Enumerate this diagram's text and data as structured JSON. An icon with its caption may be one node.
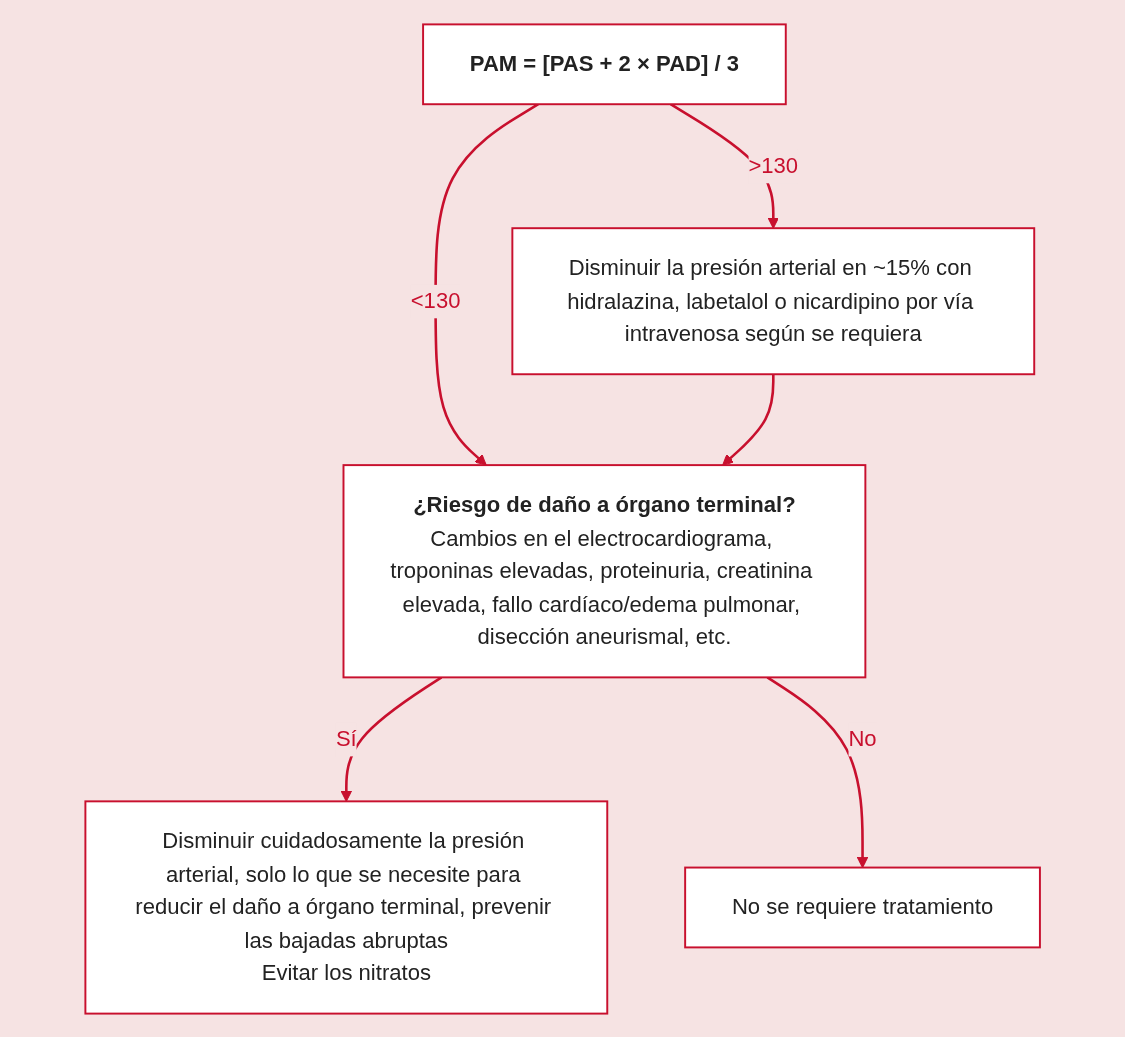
{
  "diagram": {
    "nodes": [
      {
        "text": [
          "PAM = [PAS + 2 × PAD] / 3"
        ]
      },
      {
        "text": [
          "¿Riesgo de daño a órgano terminal?",
          "Cambios en el electrocardiograma, troponinas elevadas, proteinuria, creatinina elevada, fallo cardíaco/edema pulmonar, disección aneurismal, etc."
        ]
      },
      {
        "text": [
          "Disminuir la presión arterial en ~15% con hidralazina, labetalol o nicardipino por vía intravenosa según se requiera"
        ]
      },
      {
        "text": [
          "Disminuir cuidadosamente la presión arterial, solo lo que se necesite para reducir el daño a órgano terminal, prevenir las bajadas abruptas",
          "Evitar los nitratos"
        ]
      },
      {
        "text": [
          "No se requiere tratamiento"
        ]
      }
    ],
    "edges": [
      {
        "from": 0,
        "to": 1,
        "arrow": "to",
        "label": "<130"
      },
      {
        "from": 0,
        "to": 2,
        "arrow": "to",
        "label": ">130"
      },
      {
        "from": 2,
        "to": 1,
        "arrow": "to"
      },
      {
        "from": 1,
        "to": 3,
        "arrow": "to",
        "label": "Sí"
      },
      {
        "from": 1,
        "to": 4,
        "arrow": "to",
        "label": "No"
      }
    ]
  }
}
